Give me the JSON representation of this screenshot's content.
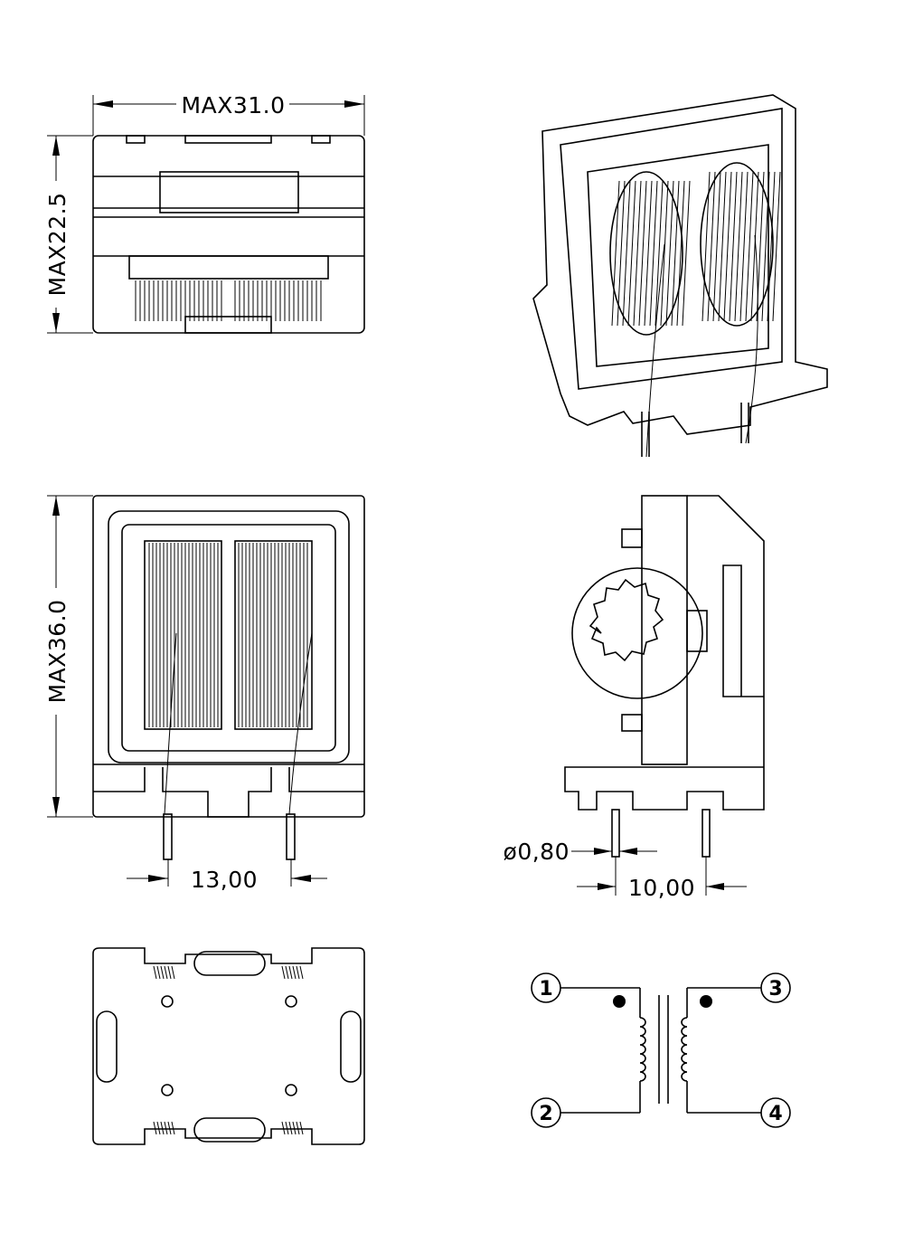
{
  "views": {
    "front": {
      "width_label": "MAX31.0",
      "height_label": "MAX22.5"
    },
    "top": {
      "depth_label": "MAX36.0",
      "pitch_label": "13,00"
    },
    "side": {
      "pin_diameter_label": "ø0,80",
      "pitch_label": "10,00"
    },
    "schematic": {
      "pins": [
        "1",
        "2",
        "3",
        "4"
      ]
    }
  }
}
